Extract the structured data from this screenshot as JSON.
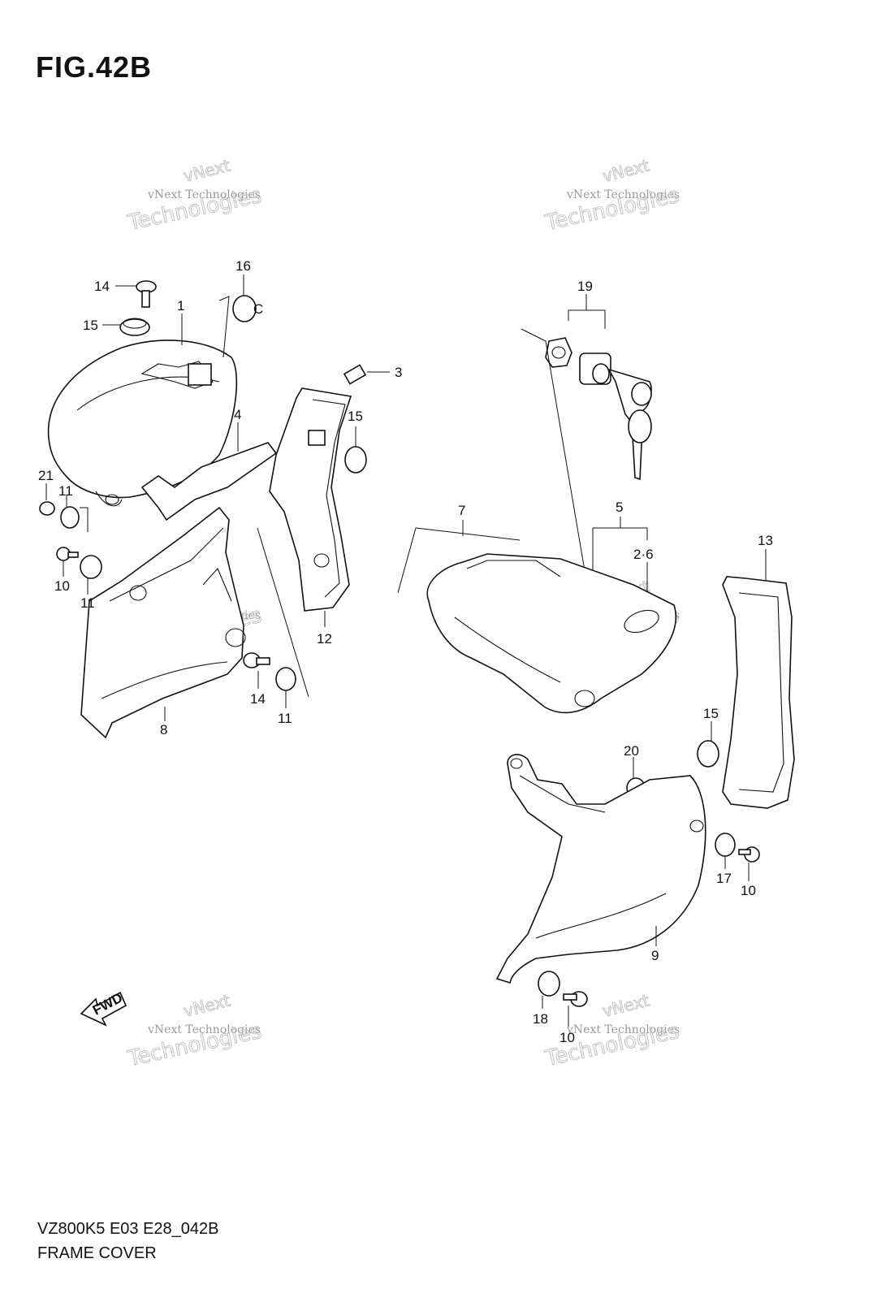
{
  "figure": {
    "title": "FIG.42B"
  },
  "footer": {
    "model_code": "VZ800K5 E03 E28_042B",
    "section_name": "FRAME COVER"
  },
  "watermark": {
    "line1": "vNext",
    "line2": "vNext Technologies",
    "line3": "Technologies"
  },
  "fwd_label": "FWD",
  "callouts": [
    "14",
    "16",
    "1",
    "15",
    "3",
    "4",
    "15",
    "21",
    "11",
    "10",
    "11",
    "12",
    "8",
    "14",
    "11",
    "19",
    "7",
    "5",
    "2·6",
    "13",
    "15",
    "20",
    "17",
    "10",
    "9",
    "18",
    "10"
  ]
}
